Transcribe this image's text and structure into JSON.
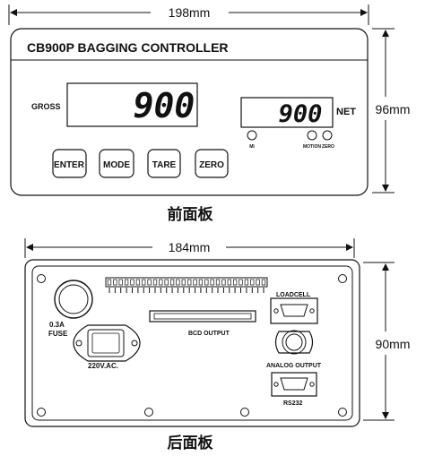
{
  "front_panel": {
    "width_label": "198mm",
    "height_label": "96mm",
    "title": "CB900P BAGGING CONTROLLER",
    "gross_label": "GROSS",
    "gross_value": "900",
    "net_value": "900",
    "net_label": "NET",
    "indicators": [
      "MI",
      "MOTION",
      "ZERO"
    ],
    "buttons": [
      "ENTER",
      "MODE",
      "TARE",
      "ZERO"
    ],
    "caption": "前面板"
  },
  "rear_panel": {
    "width_label": "184mm",
    "height_label": "90mm",
    "fuse_label_1": "0.3A",
    "fuse_label_2": "FUSE",
    "power_label": "220V.AC.",
    "bcd_label": "BCD OUTPUT",
    "loadcell_label": "LOADCELL",
    "analog_label": "ANALOG OUTPUT",
    "rs232_label": "RS232",
    "caption": "后面板"
  }
}
